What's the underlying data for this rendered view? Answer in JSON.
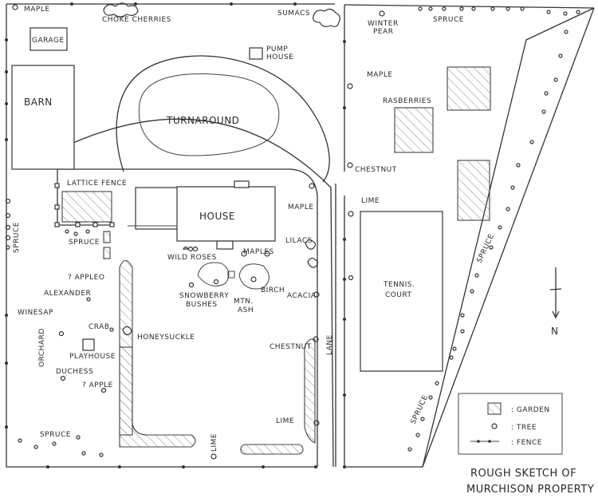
{
  "title": {
    "line1": "ROUGH SKETCH OF",
    "line2": "MURCHISON PROPERTY"
  },
  "buildings": {
    "garage": "GARAGE",
    "barn": "BARN",
    "house": "HOUSE",
    "pump_house_1": "PUMP",
    "pump_house_2": "HOUSE",
    "playhouse": "PLAYHOUSE",
    "tennis_court_1": "TENNIS.",
    "tennis_court_2": "COURT",
    "turnaround": "TURNAROUND",
    "lane": "LANE"
  },
  "labels": {
    "maple_nw": "MAPLE",
    "choke_cherries": "CHOKE CHERRIES",
    "sumacs": "SUMACS",
    "winter_pear_1": "WINTER",
    "winter_pear_2": "PEAR",
    "spruce_ne": "SPRUCE",
    "maple_ne": "MAPLE",
    "rasberries": "RASBERRIES",
    "chestnut_ne": "CHESTNUT",
    "lime_e": "LIME",
    "lattice_fence": "LATTICE FENCE",
    "spruce_w": "SPRUCE",
    "spruce_mid": "SPRUCE",
    "maple_house": "MAPLE",
    "lilacs": "LILACS",
    "wild_roses": "WILD ROSES",
    "maples": "MAPLES",
    "apple_q1": "? APPLEO",
    "alexander": "ALEXANDER",
    "snowberry_1": "SNOWBERRY",
    "snowberry_2": "BUSHES",
    "mtn_ash_1": "MTN.",
    "mtn_ash_2": "ASH",
    "birch": "BIRCH",
    "acacia": "ACACIA",
    "winesap": "WINESAP",
    "orchard": "ORCHARD",
    "crab": "CRAB",
    "honeysuckle": "HONEYSUCKLE",
    "duchess": "DUCHESS",
    "apple_q2": "? APPLE",
    "chestnut_lane": "CHESTNUT",
    "spruce_sw": "SPRUCE",
    "lime_bottom": "LIME",
    "lime_lane": "LIME",
    "spruce_diag": "SPRUCE",
    "spruce_diag2": "SPRUCE",
    "north": "N"
  },
  "legend": {
    "garden": ": GARDEN",
    "tree": ": TREE",
    "fence": ": FENCE"
  }
}
